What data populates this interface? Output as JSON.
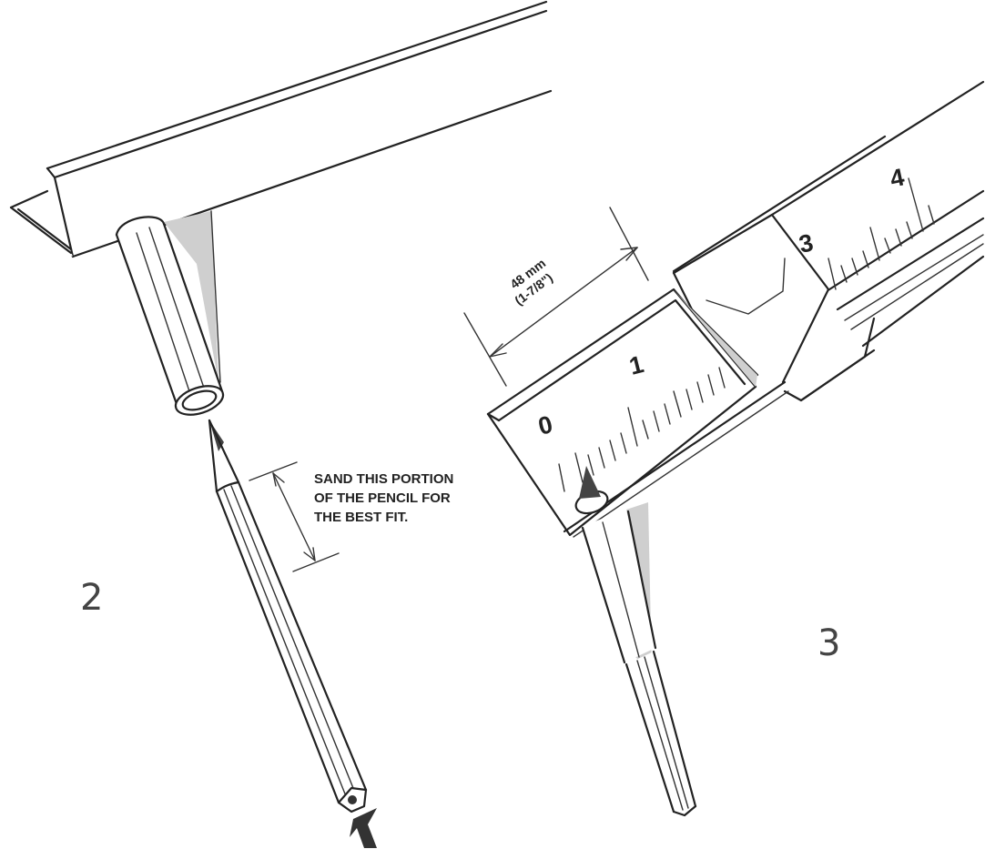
{
  "instruction": {
    "line1": "SAND THIS PORTION",
    "line2": "OF THE PENCIL FOR",
    "line3": "THE BEST FIT."
  },
  "dimension": {
    "metric": "48 mm",
    "imperial": "(1-7/8\")"
  },
  "scale_numbers": [
    "0",
    "1",
    "3",
    "4"
  ],
  "figures": {
    "left": "2",
    "right": "3"
  }
}
